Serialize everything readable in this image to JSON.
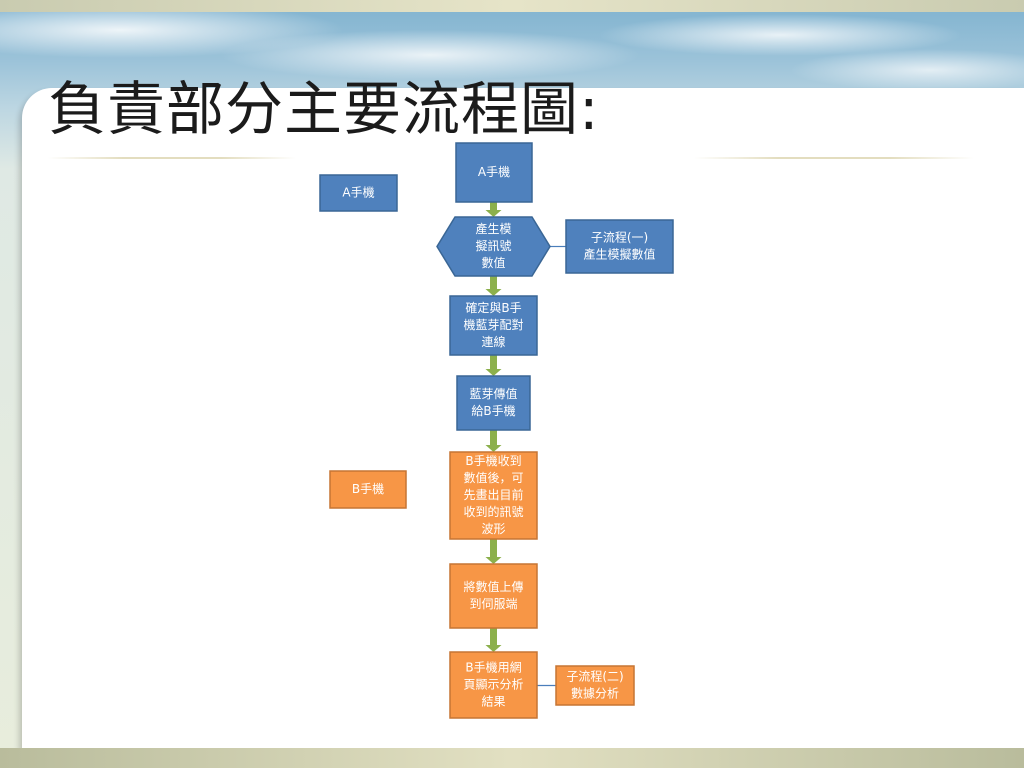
{
  "slide": {
    "title": "負責部分主要流程圖:"
  },
  "diagram": {
    "nodes": [
      {
        "id": "label_a",
        "lines": [
          "A手機"
        ],
        "color": "#4f81bd",
        "border": "#3a6695"
      },
      {
        "id": "a_phone",
        "lines": [
          "A手機"
        ],
        "color": "#4f81bd",
        "border": "#3a6695"
      },
      {
        "id": "generate",
        "lines": [
          "產生模",
          "擬訊號",
          "數值"
        ],
        "color": "#4f81bd",
        "border": "#3a6695"
      },
      {
        "id": "sub1",
        "lines": [
          "子流程(一)",
          "產生模擬數值"
        ],
        "color": "#4f81bd",
        "border": "#3a6695"
      },
      {
        "id": "pair",
        "lines": [
          "確定與B手",
          "機藍芽配對",
          "連線"
        ],
        "color": "#4f81bd",
        "border": "#3a6695"
      },
      {
        "id": "send",
        "lines": [
          "藍芽傳值",
          "給B手機"
        ],
        "color": "#4f81bd",
        "border": "#3a6695"
      },
      {
        "id": "label_b",
        "lines": [
          "B手機"
        ],
        "color": "#f79646",
        "border": "#c67534"
      },
      {
        "id": "receive",
        "lines": [
          "B手機收到",
          "數值後，可",
          "先畫出目前",
          "收到的訊號",
          "波形"
        ],
        "color": "#f79646",
        "border": "#c67534"
      },
      {
        "id": "upload",
        "lines": [
          "將數值上傳",
          "到伺服端"
        ],
        "color": "#f79646",
        "border": "#c67534"
      },
      {
        "id": "web",
        "lines": [
          "B手機用網",
          "頁顯示分析",
          "結果"
        ],
        "color": "#f79646",
        "border": "#c67534"
      },
      {
        "id": "sub2",
        "lines": [
          "子流程(二)",
          "數據分析"
        ],
        "color": "#f79646",
        "border": "#c67534"
      }
    ],
    "arrow_color": "#8cb04c",
    "connector_color": "#4a7ebb"
  }
}
